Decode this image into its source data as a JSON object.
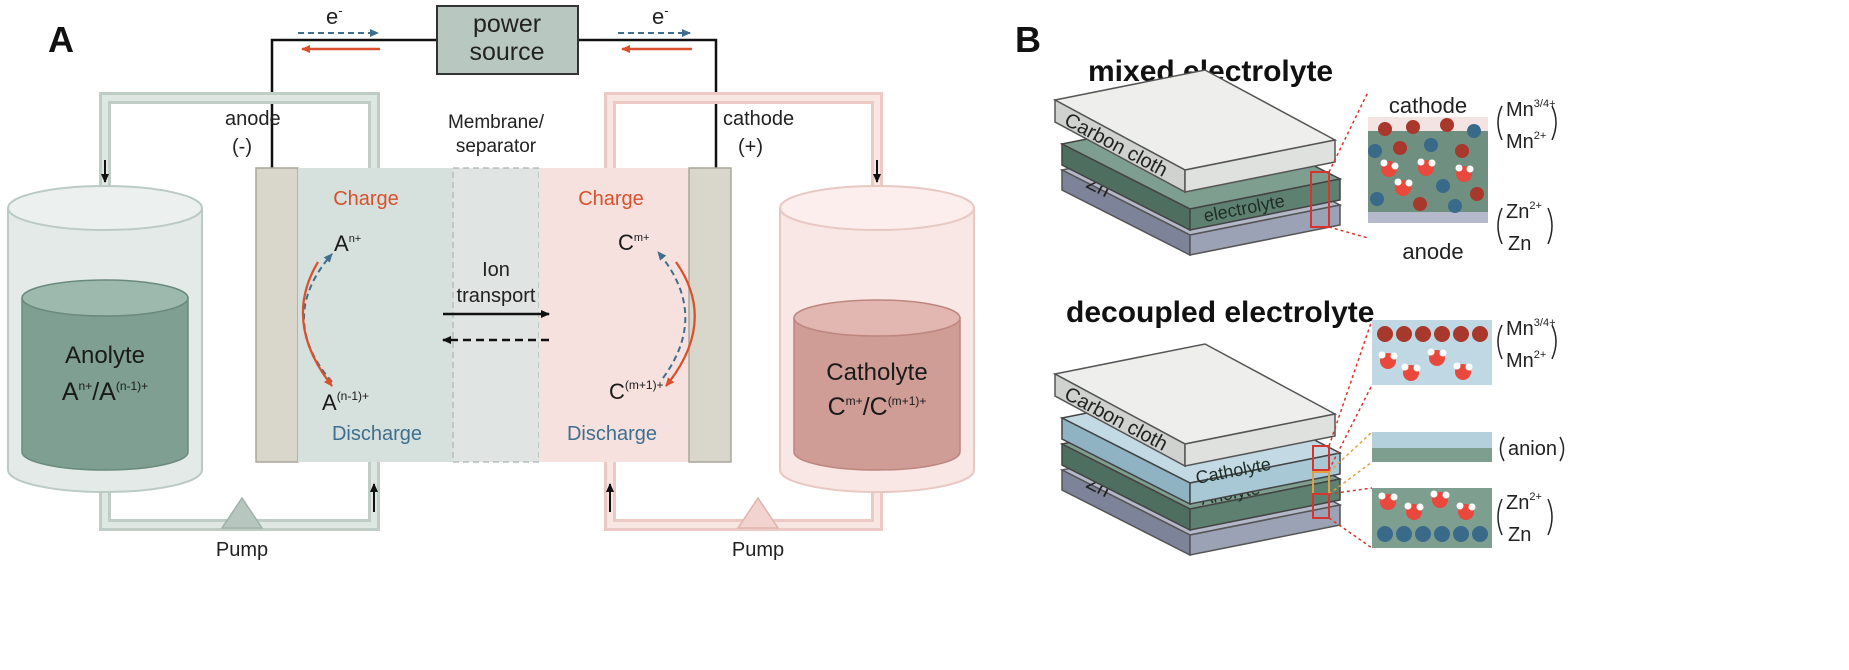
{
  "panel_a": {
    "label": "A",
    "power_source": [
      "power",
      "source"
    ],
    "electron": "e",
    "electron_sup": "-",
    "anode": "anode",
    "anode_sign": "(-)",
    "cathode": "cathode",
    "cathode_sign": "(+)",
    "membrane": [
      "Membrane/",
      "separator"
    ],
    "charge": "Charge",
    "discharge": "Discharge",
    "ion_transport": [
      "Ion",
      "transport"
    ],
    "anolyte": {
      "name": "Anolyte",
      "species_top": {
        "base": "A",
        "sup": "n+"
      },
      "species_bottom": {
        "base": "A",
        "sup": "(n-1)+"
      },
      "ratio": {
        "a": "A",
        "a_sup": "n+",
        "b": "/A",
        "b_sup": "(n-1)+"
      }
    },
    "catholyte": {
      "name": "Catholyte",
      "species_top": {
        "base": "C",
        "sup": "m+"
      },
      "species_bottom": {
        "base": "C",
        "sup": "(m+1)+"
      },
      "ratio": {
        "a": "C",
        "a_sup": "m+",
        "b": "/C",
        "b_sup": "(m+1)+"
      }
    },
    "pump": "Pump",
    "colors": {
      "anolyte_fill": "#d6e0dc",
      "anolyte_dark": "#7d9e92",
      "catholyte_fill": "#f6e1de",
      "catholyte_dark": "#cf9c96",
      "charge_red": "#d9502c",
      "discharge_blue": "#3f6f8f",
      "electrode": "#d9d6cb"
    }
  },
  "panel_b": {
    "label": "B",
    "mixed": {
      "title": "mixed electrolyte",
      "layer_top": "Carbon cloth",
      "layer_mid": "electrolyte",
      "layer_bottom": "Zn",
      "zoom_top": "cathode",
      "zoom_bottom": "anode",
      "couple_top": {
        "a": "Mn",
        "a_sup": "3/4+",
        "b": "Mn",
        "b_sup": "2+"
      },
      "couple_bottom": {
        "a": "Zn",
        "a_sup": "2+",
        "b": "Zn"
      }
    },
    "decoupled": {
      "title": "decoupled electrolyte",
      "layer_top": "Carbon cloth",
      "layer_catholyte": "Catholyte",
      "layer_anolyte": "Anolyte",
      "layer_bottom": "Zn",
      "anion": "anion",
      "couple_top": {
        "a": "Mn",
        "a_sup": "3/4+",
        "b": "Mn",
        "b_sup": "2+"
      },
      "couple_bottom": {
        "a": "Zn",
        "a_sup": "2+",
        "b": "Zn"
      }
    },
    "colors": {
      "cloth": "#e6e8e6",
      "electrolyte_green": "#5d7f6e",
      "zn_slab": "#8d93a8",
      "catholyte_blue": "#a8c8d6",
      "ion_red": "#a8382c",
      "ion_blue": "#3a6a8a",
      "zoom_red": "#d9342b"
    }
  }
}
